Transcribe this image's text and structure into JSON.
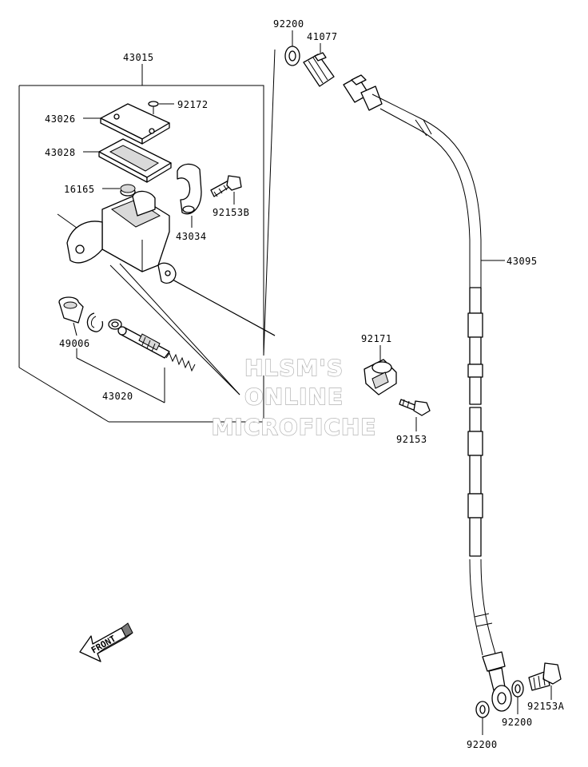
{
  "labels": {
    "l43015": "43015",
    "l92172": "92172",
    "l43026": "43026",
    "l43028": "43028",
    "l16165": "16165",
    "l92153B": "92153B",
    "l43034": "43034",
    "l49006": "49006",
    "l43020": "43020",
    "l92200_top": "92200",
    "l41077": "41077",
    "l43095": "43095",
    "l92171": "92171",
    "l92153": "92153",
    "l92153A": "92153A",
    "l92200_right": "92200",
    "l92200_bottom": "92200"
  },
  "watermark": {
    "line1": "HLSM'S",
    "line2": "ONLINE",
    "line3": "MICROFICHE"
  },
  "front_arrow": {
    "text": "FRONT",
    "icon": "front-arrow-icon"
  }
}
